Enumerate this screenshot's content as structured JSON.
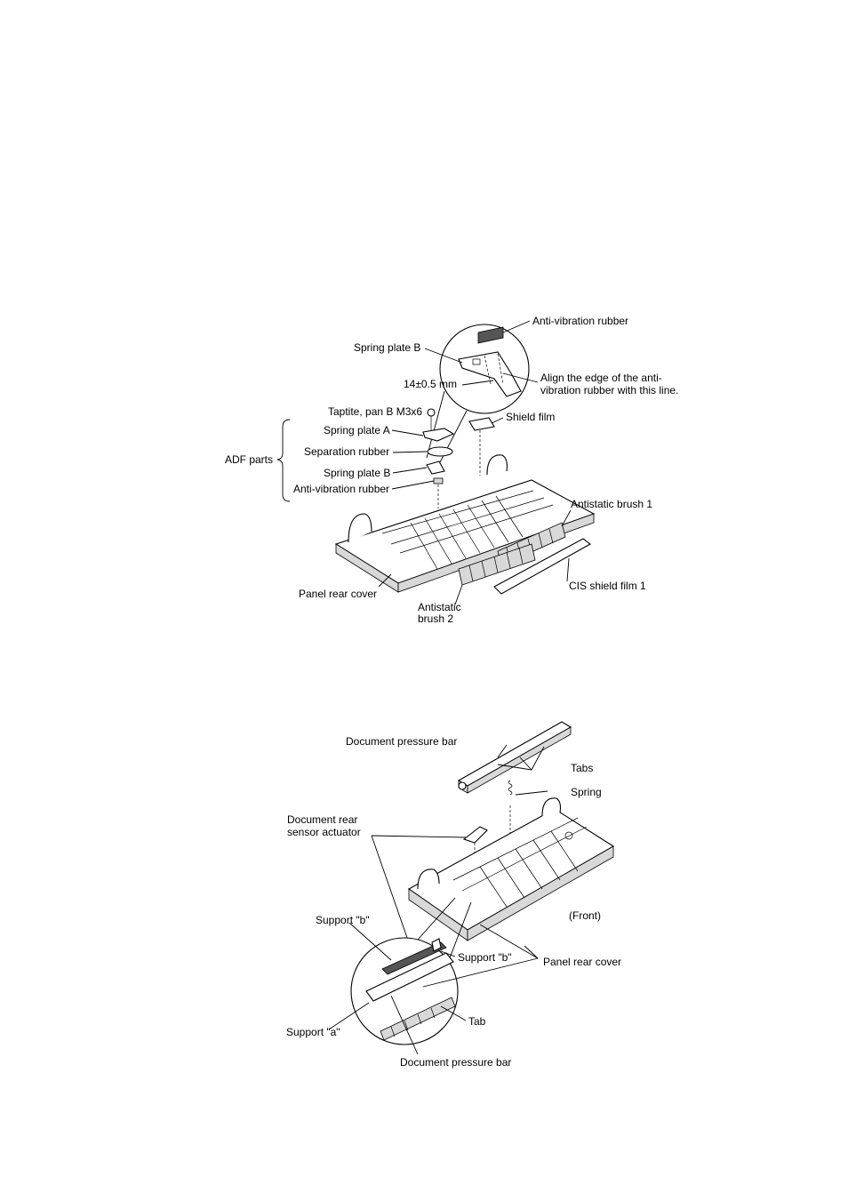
{
  "figure1": {
    "labels": {
      "anti_vibration_rubber_top": "Anti-vibration rubber",
      "spring_plate_b_top": "Spring plate B",
      "dimension": "14±0.5 mm",
      "align_note_line1": "Align the edge of the anti-",
      "align_note_line2": "vibration rubber with this line.",
      "taptite": "Taptite, pan B M3x6",
      "spring_plate_a": "Spring plate A",
      "shield_film": "Shield film",
      "adf_parts": "ADF parts",
      "separation_rubber": "Separation rubber",
      "spring_plate_b": "Spring plate B",
      "anti_vibration_rubber": "Anti-vibration rubber",
      "antistatic_brush_1": "Antistatic brush 1",
      "panel_rear_cover": "Panel rear cover",
      "cis_shield_film_1": "CIS shield film 1",
      "antistatic_brush_2_line1": "Antistatic",
      "antistatic_brush_2_line2": "brush 2"
    }
  },
  "figure2": {
    "labels": {
      "document_pressure_bar_top": "Document pressure bar",
      "tabs": "Tabs",
      "spring": "Spring",
      "sensor_actuator_line1": "Document rear",
      "sensor_actuator_line2": "sensor actuator",
      "support_b_left": "Support \"b\"",
      "front": "(Front)",
      "support_b_right": "Support \"b\"",
      "panel_rear_cover": "Panel rear cover",
      "support_a": "Support \"a\"",
      "tab": "Tab",
      "document_pressure_bar_bottom": "Document pressure bar"
    }
  }
}
